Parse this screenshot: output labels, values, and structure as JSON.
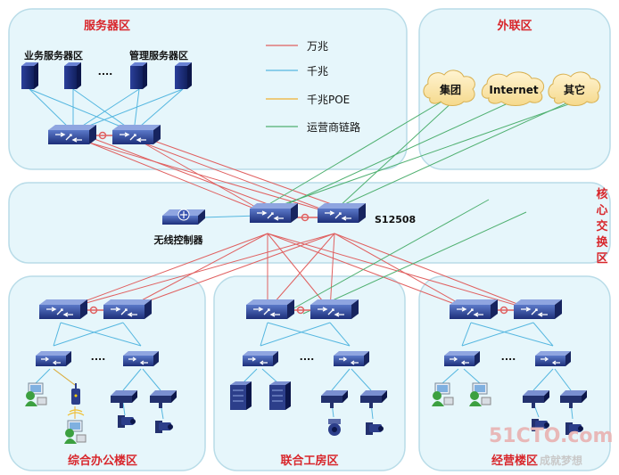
{
  "zones": {
    "server": "服务器区",
    "external": "外联区",
    "core_chars": [
      "核",
      "心",
      "交",
      "换",
      "区"
    ],
    "office": "综合办公楼区",
    "factory": "联合工房区",
    "business": "经营楼区"
  },
  "labels": {
    "biz_servers": "业务服务器区",
    "mgmt_servers": "管理服务器区",
    "ellipsis": "....",
    "core_switch": "S12508",
    "wireless_ctrl": "无线控制器"
  },
  "legend": [
    {
      "label": "万兆",
      "color": "#e06060"
    },
    {
      "label": "千兆",
      "color": "#55b7e0"
    },
    {
      "label": "千兆POE",
      "color": "#f0b030"
    },
    {
      "label": "运营商链路",
      "color": "#4fb070"
    }
  ],
  "clouds": [
    "集团",
    "Internet",
    "其它"
  ],
  "watermark": {
    "main": "51CTO.com",
    "sub": "成就梦想"
  },
  "colors": {
    "zone_fill": "#e6f6fb",
    "zone_stroke": "#b9dce8",
    "title_red": "#d8262b"
  }
}
